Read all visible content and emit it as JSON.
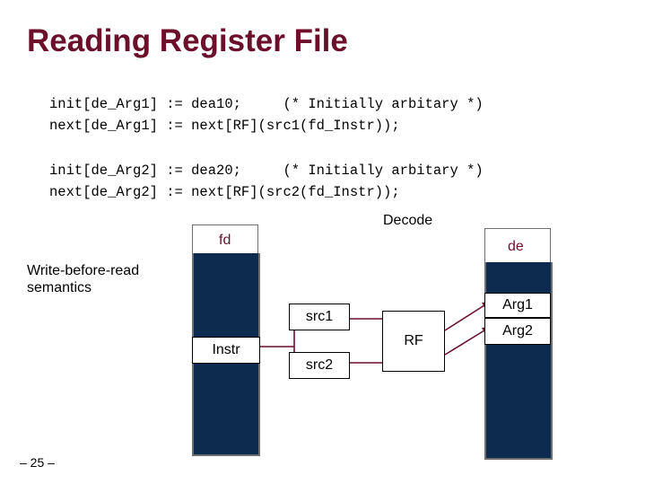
{
  "title": "Reading Register File",
  "code_block_1": {
    "line1": "init[de_Arg1] := dea10;     (* Initially arbitary *)",
    "line2": "next[de_Arg1] := next[RF](src1(fd_Instr));"
  },
  "code_block_2": {
    "line1": "init[de_Arg2] := dea20;     (* Initially arbitary *)",
    "line2": "next[de_Arg2] := next[RF](src2(fd_Instr));"
  },
  "diagram": {
    "decode_label": "Decode",
    "fd_label": "fd",
    "de_label": "de",
    "semantics_line1": "Write-before-read",
    "semantics_line2": "semantics",
    "instr_label": "Instr",
    "src1_label": "src1",
    "src2_label": "src2",
    "rf_label": "RF",
    "arg1_label": "Arg1",
    "arg2_label": "Arg2"
  },
  "footer": {
    "page_number": "– 25 –"
  },
  "colors": {
    "title": "#6b0f2a",
    "stage_fill": "#0c2b4e",
    "wire": "#6b0f2a",
    "stage_label": "#6b0f2a"
  }
}
